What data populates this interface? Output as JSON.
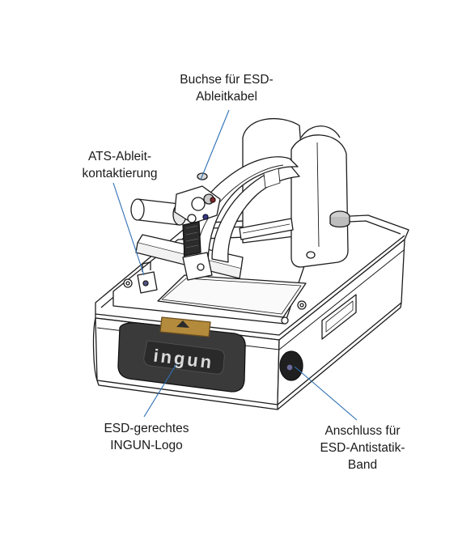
{
  "callouts": {
    "buchse": {
      "line1": "Buchse für ESD-",
      "line2": "Ableitkabel"
    },
    "ats": {
      "line1": "ATS-Ableit-",
      "line2": "kontaktierung"
    },
    "logo": {
      "line1": "ESD-gerechtes",
      "line2": "INGUN-Logo"
    },
    "band": {
      "line1": "Anschluss für",
      "line2": "ESD-Antistatik-",
      "line3": "Band"
    }
  },
  "device": {
    "logo_text": "ingun"
  },
  "colors": {
    "callout_line": "#2f6fb3",
    "outline": "#1c1c1c",
    "fill": "#ffffff",
    "dark": "#333333"
  }
}
